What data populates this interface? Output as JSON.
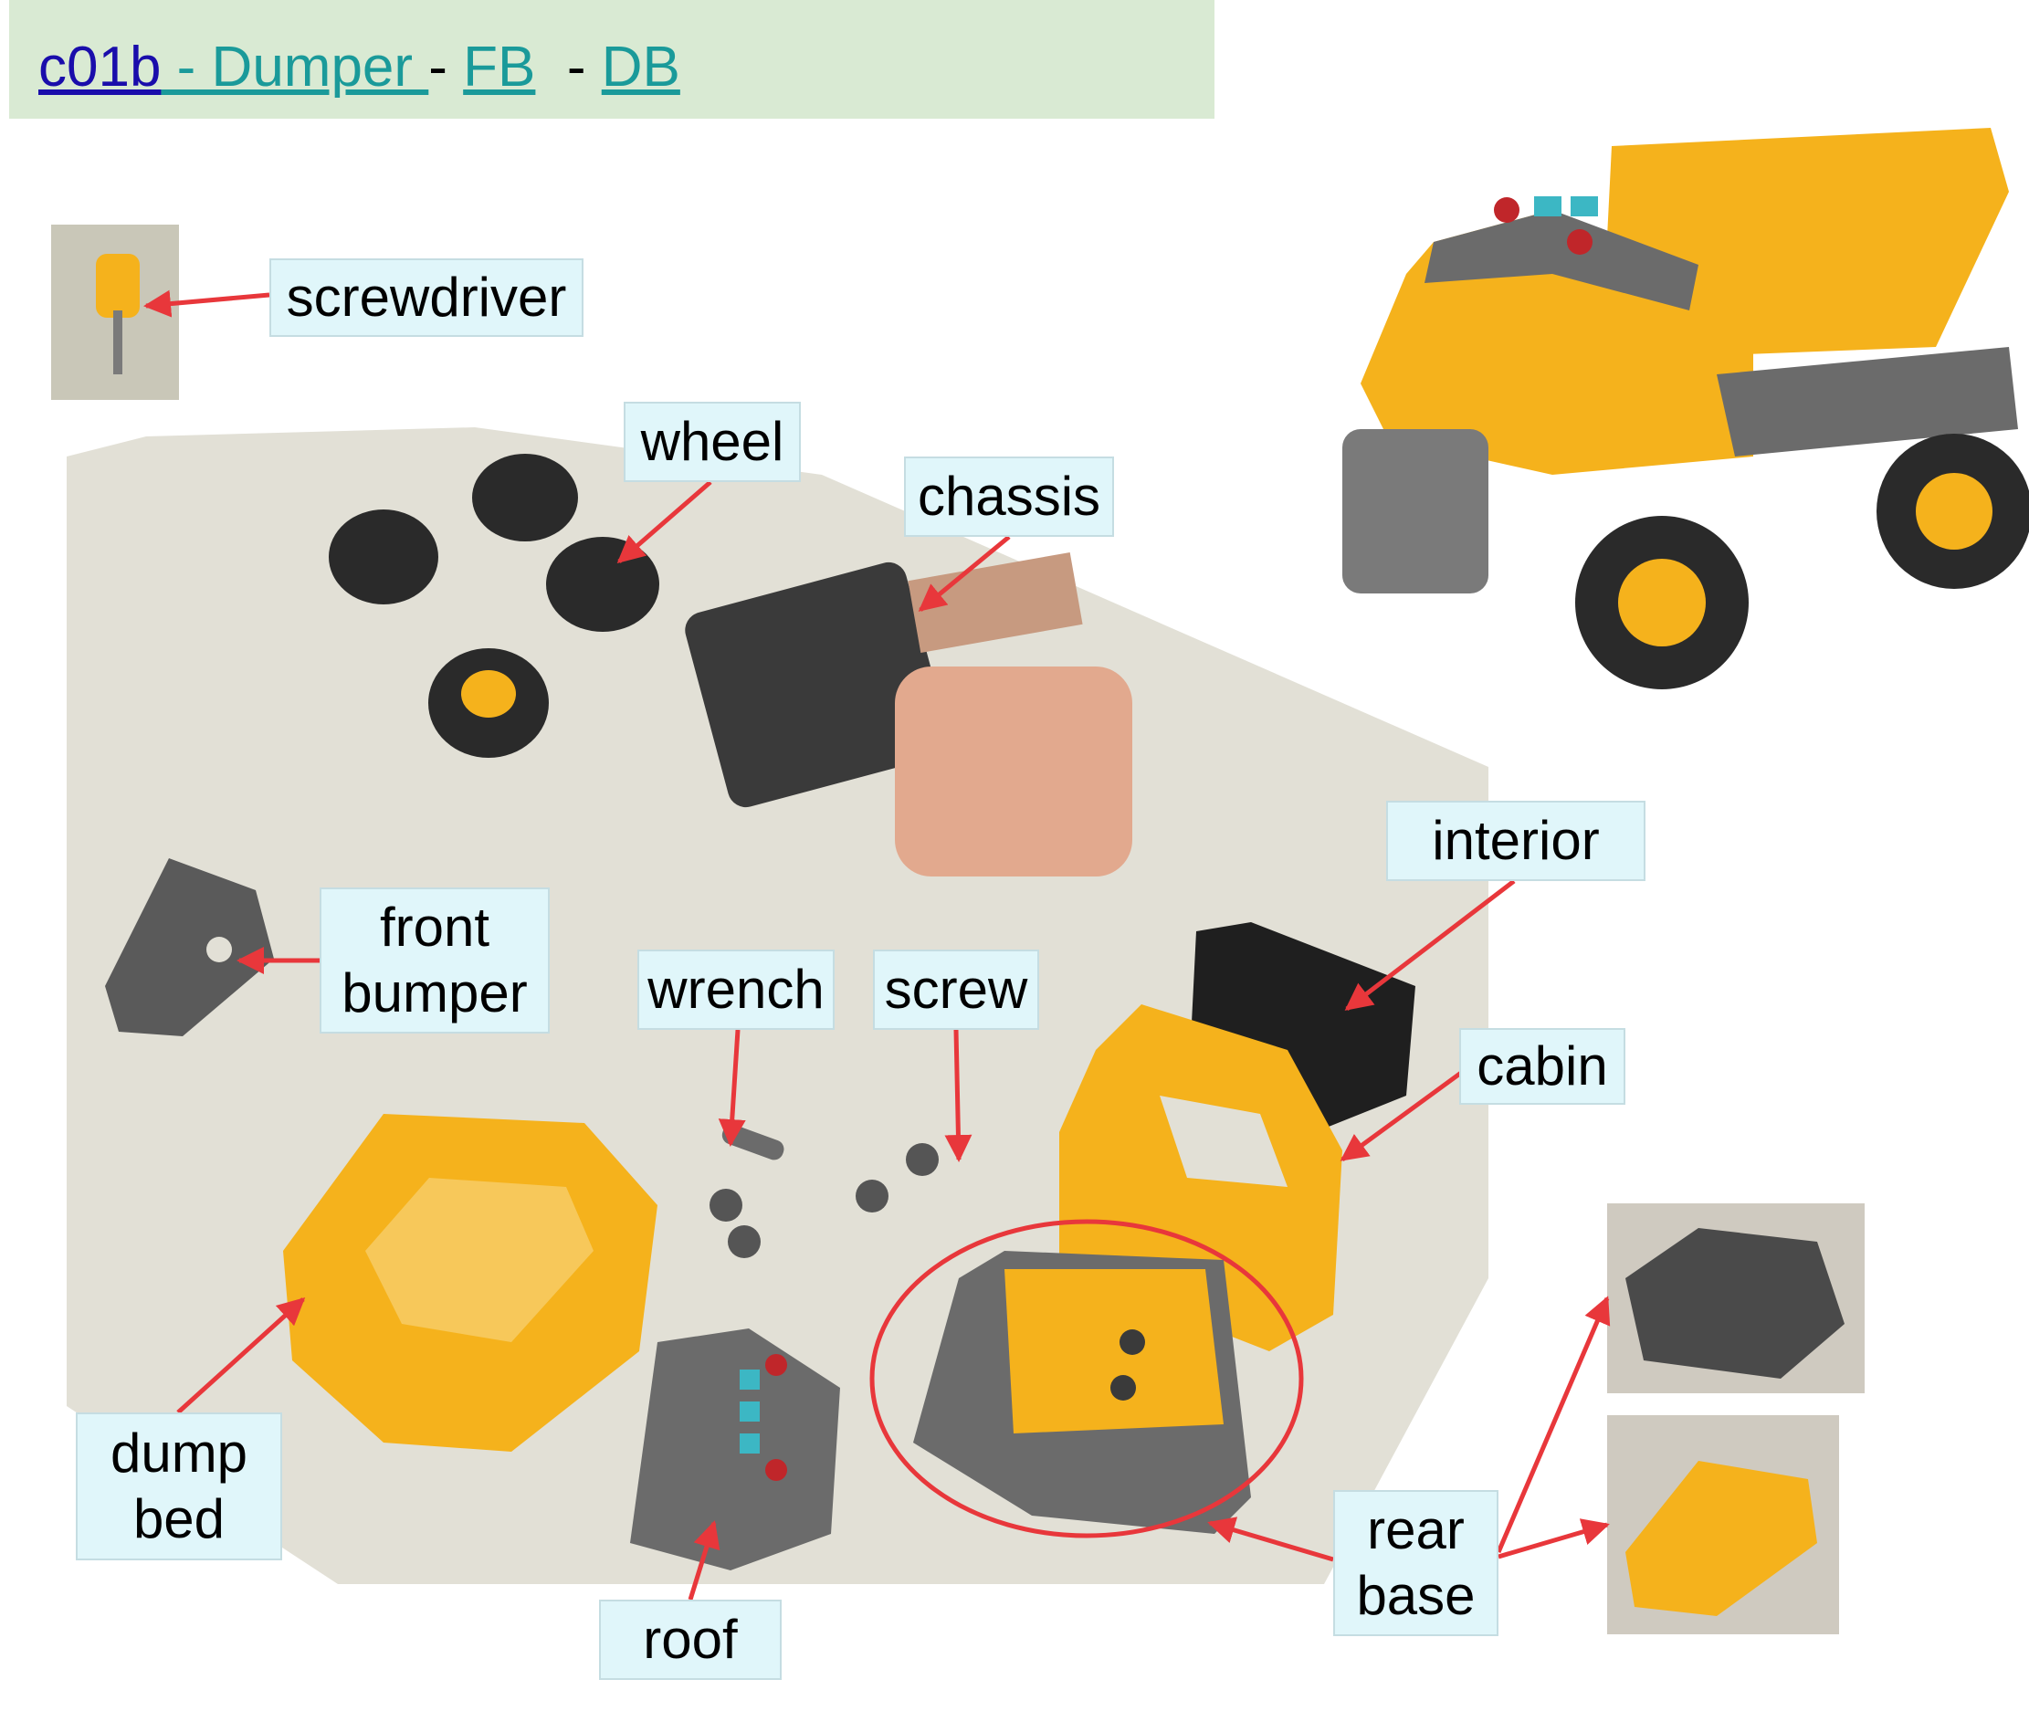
{
  "header": {
    "code": "c01b",
    "title_link": " - Dumper ",
    "sep1": " - ",
    "fb": "FB",
    "sep2": "  - ",
    "db": "DB"
  },
  "labels": {
    "screwdriver": "screwdriver",
    "wheel": "wheel",
    "chassis": "chassis",
    "interior": "interior",
    "front_bumper": "front\nbumper",
    "wrench": "wrench",
    "screw": "screw",
    "cabin": "cabin",
    "dump_bed": "dump\nbed",
    "roof": "roof",
    "rear_base": "rear\nbase"
  },
  "colors": {
    "header_bg": "#d9ead3",
    "label_bg": "#e0f6fa",
    "arrow": "#e8373b",
    "toy_yellow": "#f5b21c",
    "toy_grey": "#6b6b6b",
    "toy_black": "#2a2a2a"
  }
}
